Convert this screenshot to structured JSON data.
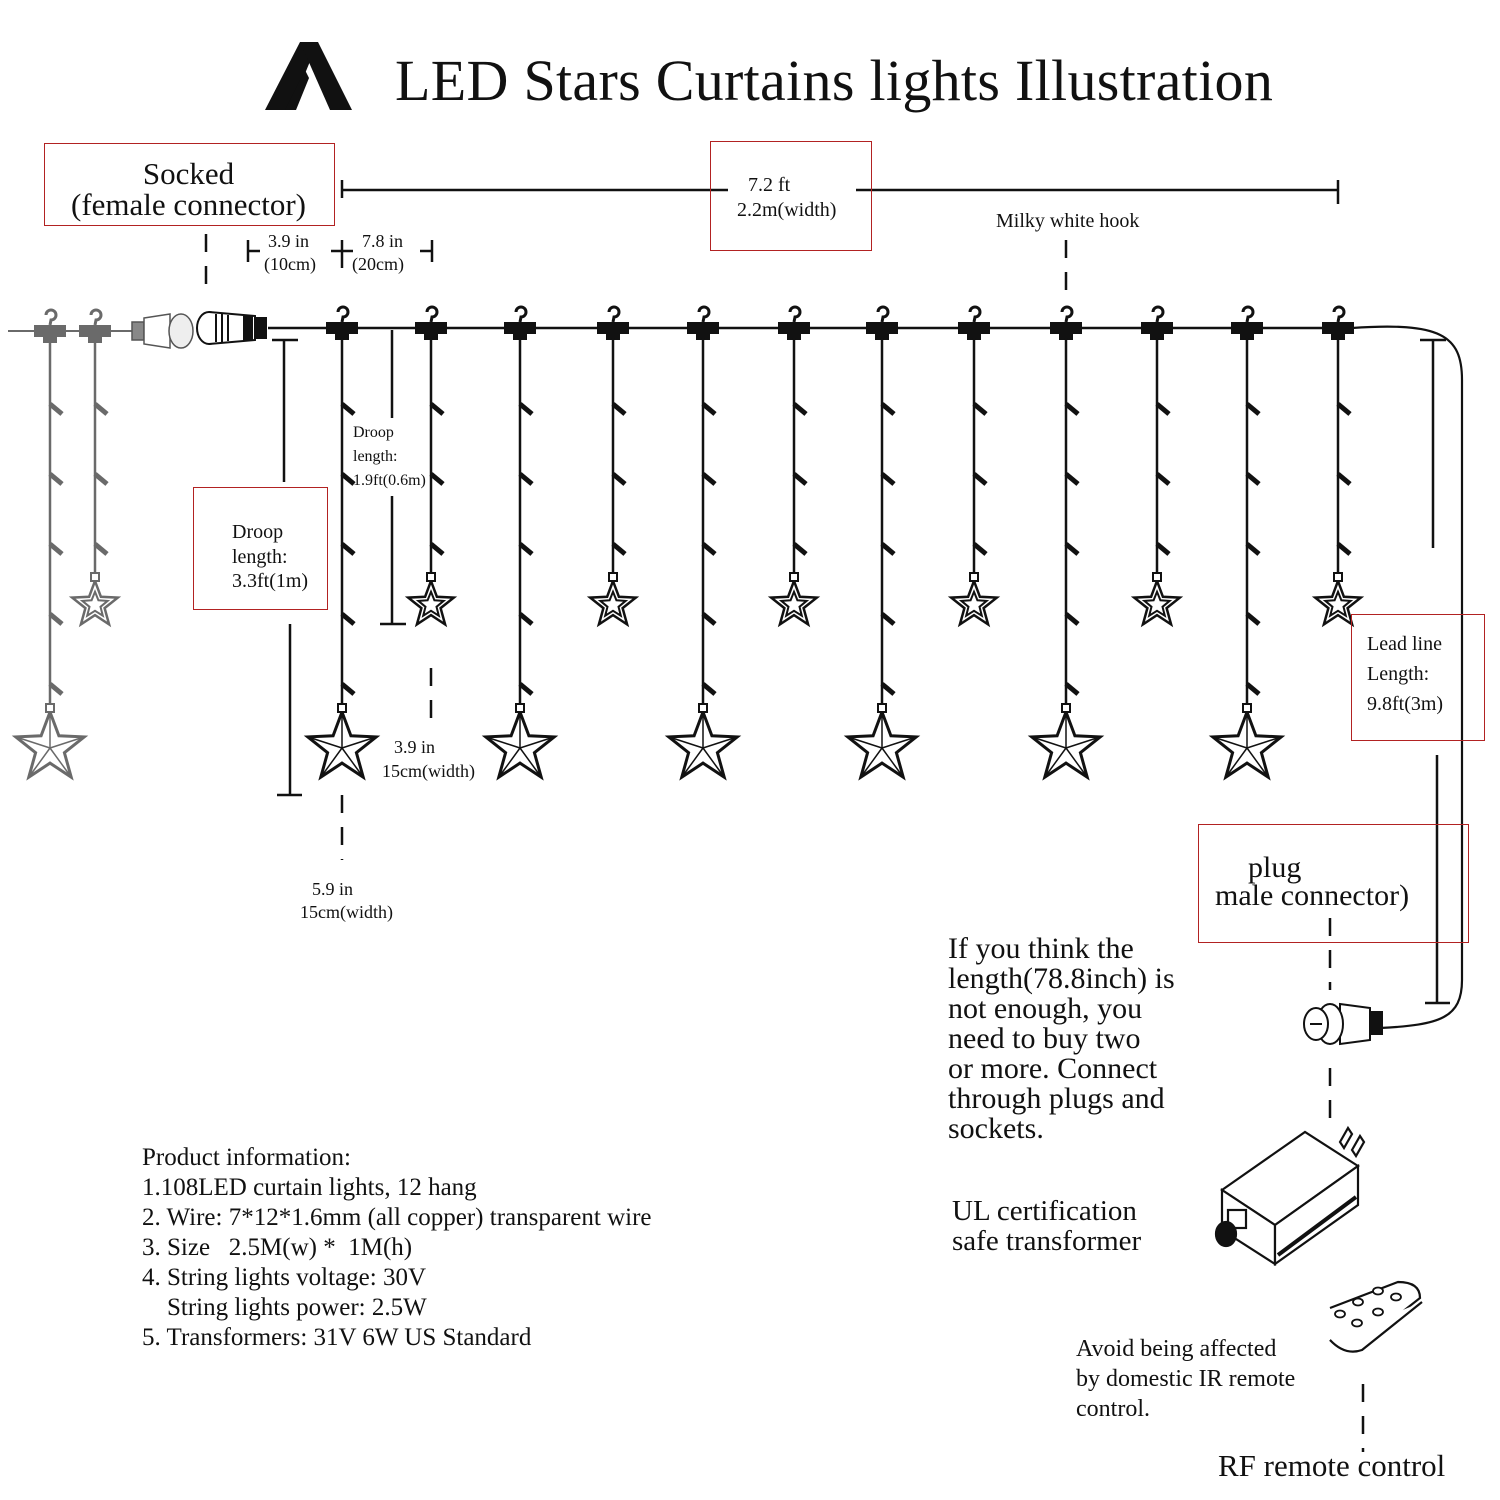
{
  "header": {
    "logo_icon": "brand-a-logo-icon",
    "title": "LED Stars Curtains lights Illustration"
  },
  "colors": {
    "annotation_box": "#b22222",
    "drawing": "#111111",
    "faded_drawing": "#6a6a6a"
  },
  "labels": {
    "socket_title": "Socked",
    "socket_subtitle": "(female connector)",
    "width_ft": "7.2 ft",
    "width_m": "2.2m(width)",
    "hook_label": "Milky white hook",
    "spacing_short_in": "3.9 in",
    "spacing_short_cm": "(10cm)",
    "spacing_long_in": "7.8 in",
    "spacing_long_cm": "(20cm)",
    "droop_long_1": "Droop",
    "droop_long_2": "length:",
    "droop_long_3": "3.3ft(1m)",
    "droop_short_1": "Droop",
    "droop_short_2": "length:",
    "droop_short_3": "1.9ft(0.6m)",
    "small_star_in": "3.9 in",
    "small_star_cm": "15cm(width)",
    "big_star_in": "5.9 in",
    "big_star_cm": "15cm(width)",
    "lead_1": "Lead line",
    "lead_2": "Length:",
    "lead_3": "9.8ft(3m)",
    "plug_1": "plug",
    "plug_2": "male connector)",
    "note_lines": [
      "If you think the",
      "length(78.8inch) is",
      "not enough, you",
      "need to buy two",
      "or more. Connect",
      "through plugs and",
      "sockets."
    ],
    "transformer_1": "UL certification",
    "transformer_2": "safe transformer",
    "remote_note_lines": [
      "Avoid being affected",
      "by domestic IR remote",
      "control."
    ],
    "remote_label": "RF remote control"
  },
  "product_info": {
    "heading": "Product information:",
    "items": [
      "1.108LED curtain lights, 12 hang",
      "2. Wire: 7*12*1.6mm (all copper) transparent wire",
      "3. Size   2.5M(w) *  1M(h)",
      "4. String lights voltage: 30V",
      "    String lights power: 2.5W",
      "5. Transformers: 31V 6W US Standard"
    ]
  },
  "strands": {
    "count": 12,
    "pattern": [
      "long",
      "short",
      "long",
      "short",
      "long",
      "short",
      "long",
      "short",
      "long",
      "short",
      "long",
      "short"
    ],
    "icons": {
      "hook": "hook-icon",
      "bulb": "led-bulb-icon",
      "star": "star-icon",
      "socket": "female-connector-icon",
      "plug": "male-connector-icon",
      "transformer": "transformer-icon",
      "remote": "rf-remote-icon"
    }
  }
}
